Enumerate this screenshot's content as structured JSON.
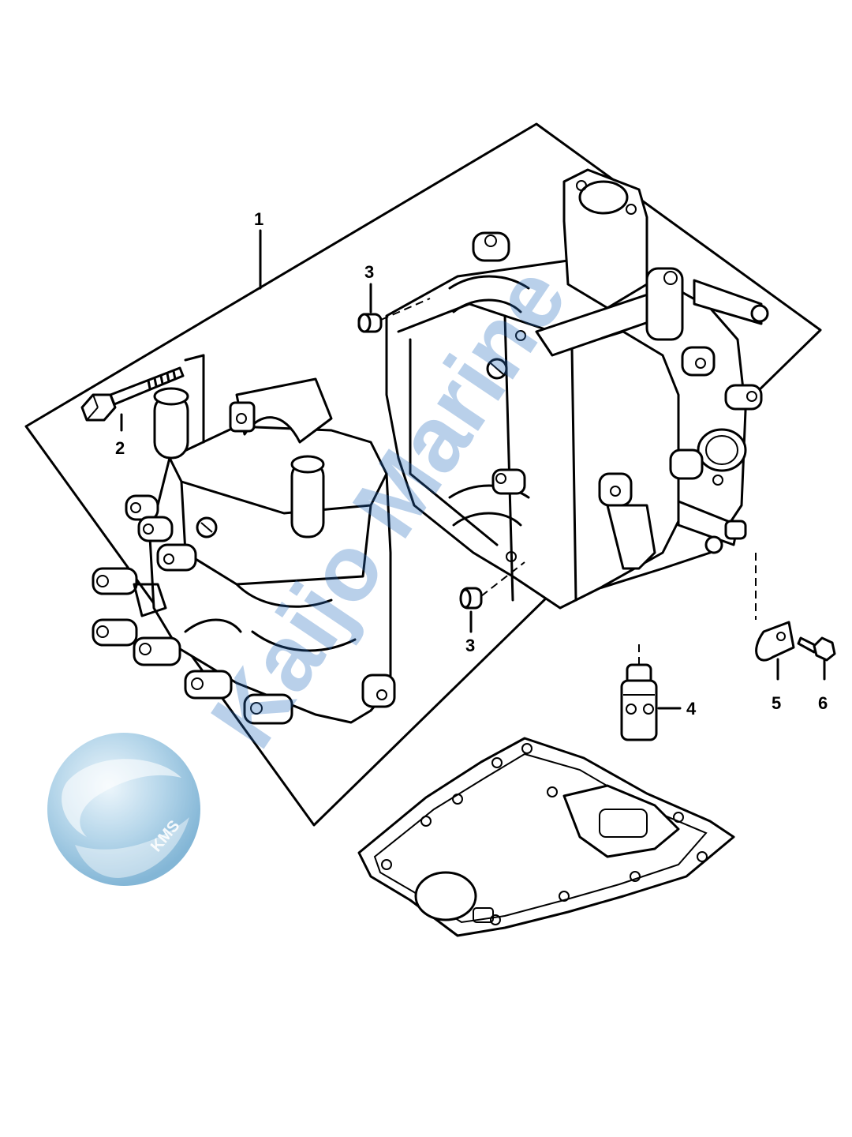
{
  "callouts": {
    "c1": "1",
    "c2": "2",
    "c3a": "3",
    "c3b": "3",
    "c4": "4",
    "c5": "5",
    "c6": "6"
  },
  "watermark": {
    "text": "Kaijo Marine",
    "logo_text": "KMS",
    "color": "#2a6fc0"
  }
}
